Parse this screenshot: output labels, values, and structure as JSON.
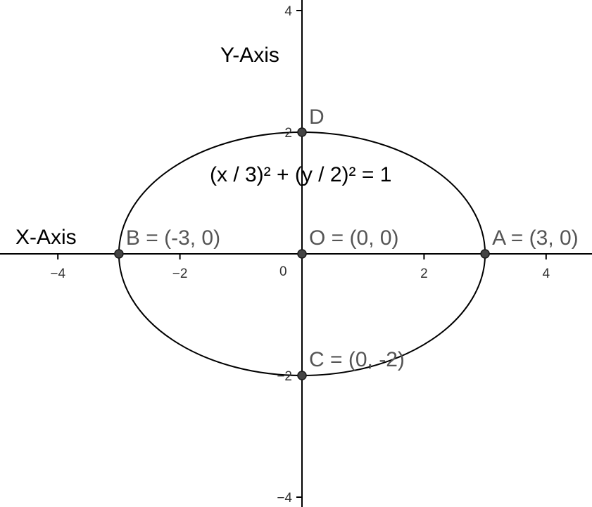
{
  "axes": {
    "x_title": "X-Axis",
    "y_title": "Y-Axis",
    "x_ticks": [
      {
        "value": -4,
        "label": "−4"
      },
      {
        "value": -2,
        "label": "−2"
      },
      {
        "value": 2,
        "label": "2"
      },
      {
        "value": 4,
        "label": "4"
      }
    ],
    "y_ticks": [
      {
        "value": 4,
        "label": "4"
      },
      {
        "value": 2,
        "label": "2"
      },
      {
        "value": -2,
        "label": "−2"
      },
      {
        "value": -4,
        "label": "−4"
      }
    ],
    "origin_label": "0"
  },
  "ellipse": {
    "a": 3,
    "b": 2,
    "equation": "(x / 3)² + (y / 2)² = 1"
  },
  "points": [
    {
      "id": "A",
      "x": 3,
      "y": 0,
      "label": "A = (3, 0)"
    },
    {
      "id": "B",
      "x": -3,
      "y": 0,
      "label": "B = (-3, 0)"
    },
    {
      "id": "O",
      "x": 0,
      "y": 0,
      "label": "O = (0, 0)"
    },
    {
      "id": "C",
      "x": 0,
      "y": -2,
      "label": "C = (0, -2)"
    },
    {
      "id": "D",
      "x": 0,
      "y": 2,
      "label": "D"
    }
  ],
  "colors": {
    "axis": "#000000",
    "curve": "#000000",
    "point_fill": "#444444",
    "label": "#555555"
  }
}
